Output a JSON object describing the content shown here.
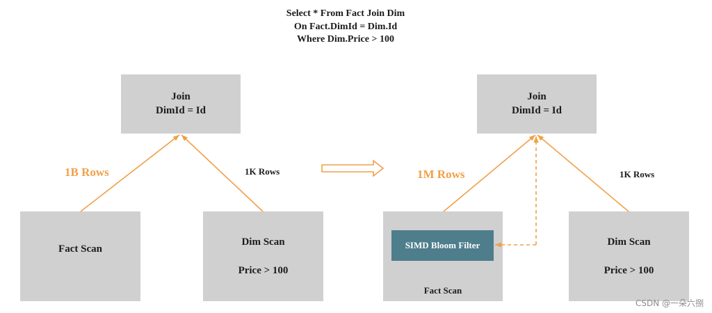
{
  "query": {
    "line1": "Select * From Fact Join Dim",
    "line2": "On Fact.DimId = Dim.Id",
    "line3": "Where Dim.Price > 100"
  },
  "left_plan": {
    "join": {
      "title": "Join",
      "condition": "DimId = Id"
    },
    "fact_scan": {
      "label": "Fact Scan"
    },
    "dim_scan": {
      "label": "Dim Scan",
      "filter": "Price > 100"
    },
    "fact_rows": "1B Rows",
    "dim_rows": "1K Rows"
  },
  "right_plan": {
    "join": {
      "title": "Join",
      "condition": "DimId = Id"
    },
    "fact_scan": {
      "label": "Fact Scan",
      "filter": "SIMD Bloom Filter"
    },
    "dim_scan": {
      "label": "Dim Scan",
      "filter": "Price > 100"
    },
    "fact_rows": "1M Rows",
    "dim_rows": "1K Rows"
  },
  "watermark": "CSDN @一朵六捌",
  "colors": {
    "box": "#d0d0d0",
    "accent": "#f0a048",
    "filter": "#4e7d8c",
    "ink": "#1b1b1b",
    "mark": "#8c8c8c"
  }
}
